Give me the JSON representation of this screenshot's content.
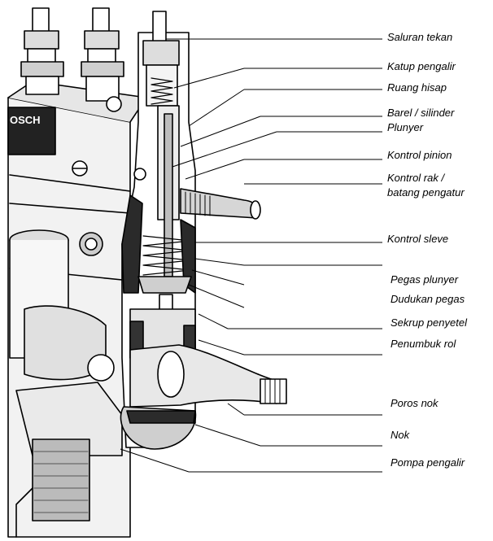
{
  "labels": {
    "saluran_tekan": "Saluran tekan",
    "katup_pengalir": "Katup pengalir",
    "ruang_hisap": "Ruang hisap",
    "barel_silinder": "Barel / silinder",
    "plunyer": "Plunyer",
    "kontrol_pinion": "Kontrol pinion",
    "kontrol_rak_1": "Kontrol rak /",
    "kontrol_rak_2": "batang pengatur",
    "kontrol_sleve": "Kontrol sleve",
    "pegas_plunyer": "Pegas plunyer",
    "dudukan_pegas": "Dudukan pegas",
    "sekrup_penyetel": "Sekrup penyetel",
    "penumbuk_rol": "Penumbuk rol",
    "poros_nok": "Poros nok",
    "nok": "Nok",
    "pompa_pengalir": "Pompa pengalir"
  },
  "housing_brand": "OSCH"
}
